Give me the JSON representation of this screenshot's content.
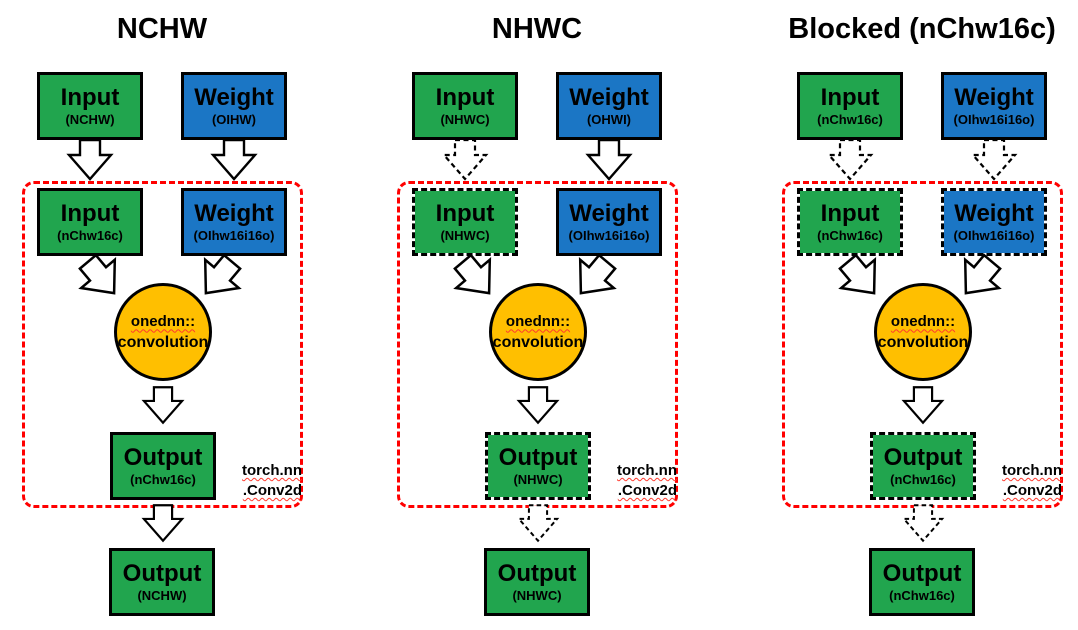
{
  "colors": {
    "input_output_green": "#21A54E",
    "weight_blue": "#1B76C5",
    "convolution_orange": "#FFBF00",
    "container_red": "#FF0000",
    "squiggle_red": "#FF3A2E",
    "outline_black": "#000000"
  },
  "diagrams": [
    {
      "title": "NCHW",
      "top_input": {
        "label": "Input",
        "format": "(NCHW)"
      },
      "top_weight": {
        "label": "Weight",
        "format": "(OIHW)"
      },
      "input_arrow_style": "solid",
      "weight_arrow_style": "solid",
      "inner_input": {
        "label": "Input",
        "format": "(nChw16c)",
        "border": "solid"
      },
      "inner_weight": {
        "label": "Weight",
        "format": "(OIhw16i16o)",
        "border": "solid"
      },
      "conv": {
        "line1": "onednn::",
        "line2": "convolution"
      },
      "inner_output": {
        "label": "Output",
        "format": "(nChw16c)",
        "border": "solid"
      },
      "container_label_line1": "torch.nn",
      "container_label_line2": ".Conv2d",
      "output_arrow_style": "solid",
      "final_output": {
        "label": "Output",
        "format": "(NCHW)"
      }
    },
    {
      "title": "NHWC",
      "top_input": {
        "label": "Input",
        "format": "(NHWC)"
      },
      "top_weight": {
        "label": "Weight",
        "format": "(OHWI)"
      },
      "input_arrow_style": "dashed",
      "weight_arrow_style": "solid",
      "inner_input": {
        "label": "Input",
        "format": "(NHWC)",
        "border": "dashed"
      },
      "inner_weight": {
        "label": "Weight",
        "format": "(OIhw16i16o)",
        "border": "solid"
      },
      "conv": {
        "line1": "onednn::",
        "line2": "convolution"
      },
      "inner_output": {
        "label": "Output",
        "format": "(NHWC)",
        "border": "dashed"
      },
      "container_label_line1": "torch.nn",
      "container_label_line2": ".Conv2d",
      "output_arrow_style": "dashed",
      "final_output": {
        "label": "Output",
        "format": "(NHWC)"
      }
    },
    {
      "title": "Blocked (nChw16c)",
      "top_input": {
        "label": "Input",
        "format": "(nChw16c)"
      },
      "top_weight": {
        "label": "Weight",
        "format": "(OIhw16i16o)"
      },
      "input_arrow_style": "dashed",
      "weight_arrow_style": "dashed",
      "inner_input": {
        "label": "Input",
        "format": "(nChw16c)",
        "border": "dashed"
      },
      "inner_weight": {
        "label": "Weight",
        "format": "(OIhw16i16o)",
        "border": "dashed"
      },
      "conv": {
        "line1": "onednn::",
        "line2": "convolution"
      },
      "inner_output": {
        "label": "Output",
        "format": "(nChw16c)",
        "border": "dashed"
      },
      "container_label_line1": "torch.nn",
      "container_label_line2": ".Conv2d",
      "output_arrow_style": "dashed",
      "final_output": {
        "label": "Output",
        "format": "(nChw16c)"
      }
    }
  ]
}
